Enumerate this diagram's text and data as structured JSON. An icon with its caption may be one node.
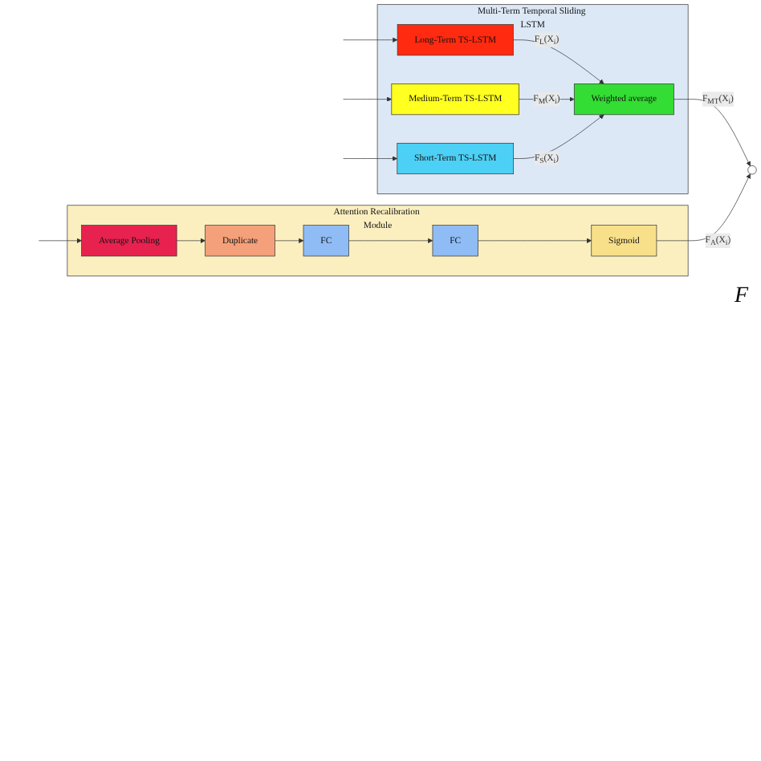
{
  "diagram": {
    "nodes": [
      {
        "text": [
          "Multi-Term Temporal Sliding LSTM"
        ]
      },
      {
        "text": [
          "Long-Term TS-LSTM"
        ],
        "in": 0
      },
      {
        "text": [
          "Medium-Term TS-LSTM"
        ],
        "in": 0
      },
      {
        "text": [
          "Short-Term TS-LSTM"
        ],
        "in": 0
      },
      {
        "text": [
          "Weighted average"
        ],
        "in": 0
      },
      {
        "text": [
          "Attention Recalibration Module"
        ]
      },
      {
        "text": [
          "Average Pooling"
        ],
        "in": 5
      },
      {
        "text": [
          "Duplicate"
        ],
        "in": 5
      },
      {
        "text": [
          "FC"
        ],
        "in": 5
      },
      {
        "text": [
          "FC"
        ],
        "in": 5
      },
      {
        "text": [
          "Sigmoid"
        ],
        "in": 5
      },
      {
        "text": [],
        "shape": "circle"
      }
    ],
    "edges": [
      {
        "from": null,
        "to": 1,
        "arrow": "to"
      },
      {
        "from": null,
        "to": 2,
        "arrow": "to"
      },
      {
        "from": null,
        "to": 3,
        "arrow": "to"
      },
      {
        "from": null,
        "to": 6,
        "arrow": "to"
      },
      {
        "from": 1,
        "to": 4,
        "arrow": "to",
        "label": "F$_{L}$(X$_{i}$)"
      },
      {
        "from": 2,
        "to": 4,
        "arrow": "to",
        "label": "F$_{M}$(X$_{i}$)"
      },
      {
        "from": 3,
        "to": 4,
        "arrow": "to",
        "label": "F$_{S}$(X$_{i}$)"
      },
      {
        "from": 4,
        "to": 11,
        "arrow": "to",
        "label": "F$_{MT}$(X$_{i}$)"
      },
      {
        "from": 6,
        "to": 7,
        "arrow": "to"
      },
      {
        "from": 7,
        "to": 8,
        "arrow": "to"
      },
      {
        "from": 8,
        "to": 9,
        "arrow": "to"
      },
      {
        "from": 9,
        "to": 10,
        "arrow": "to"
      },
      {
        "from": 10,
        "to": 11,
        "arrow": "to",
        "label": "F$_{A}$(X$_{i}$)"
      }
    ],
    "labels": [
      "F"
    ]
  }
}
